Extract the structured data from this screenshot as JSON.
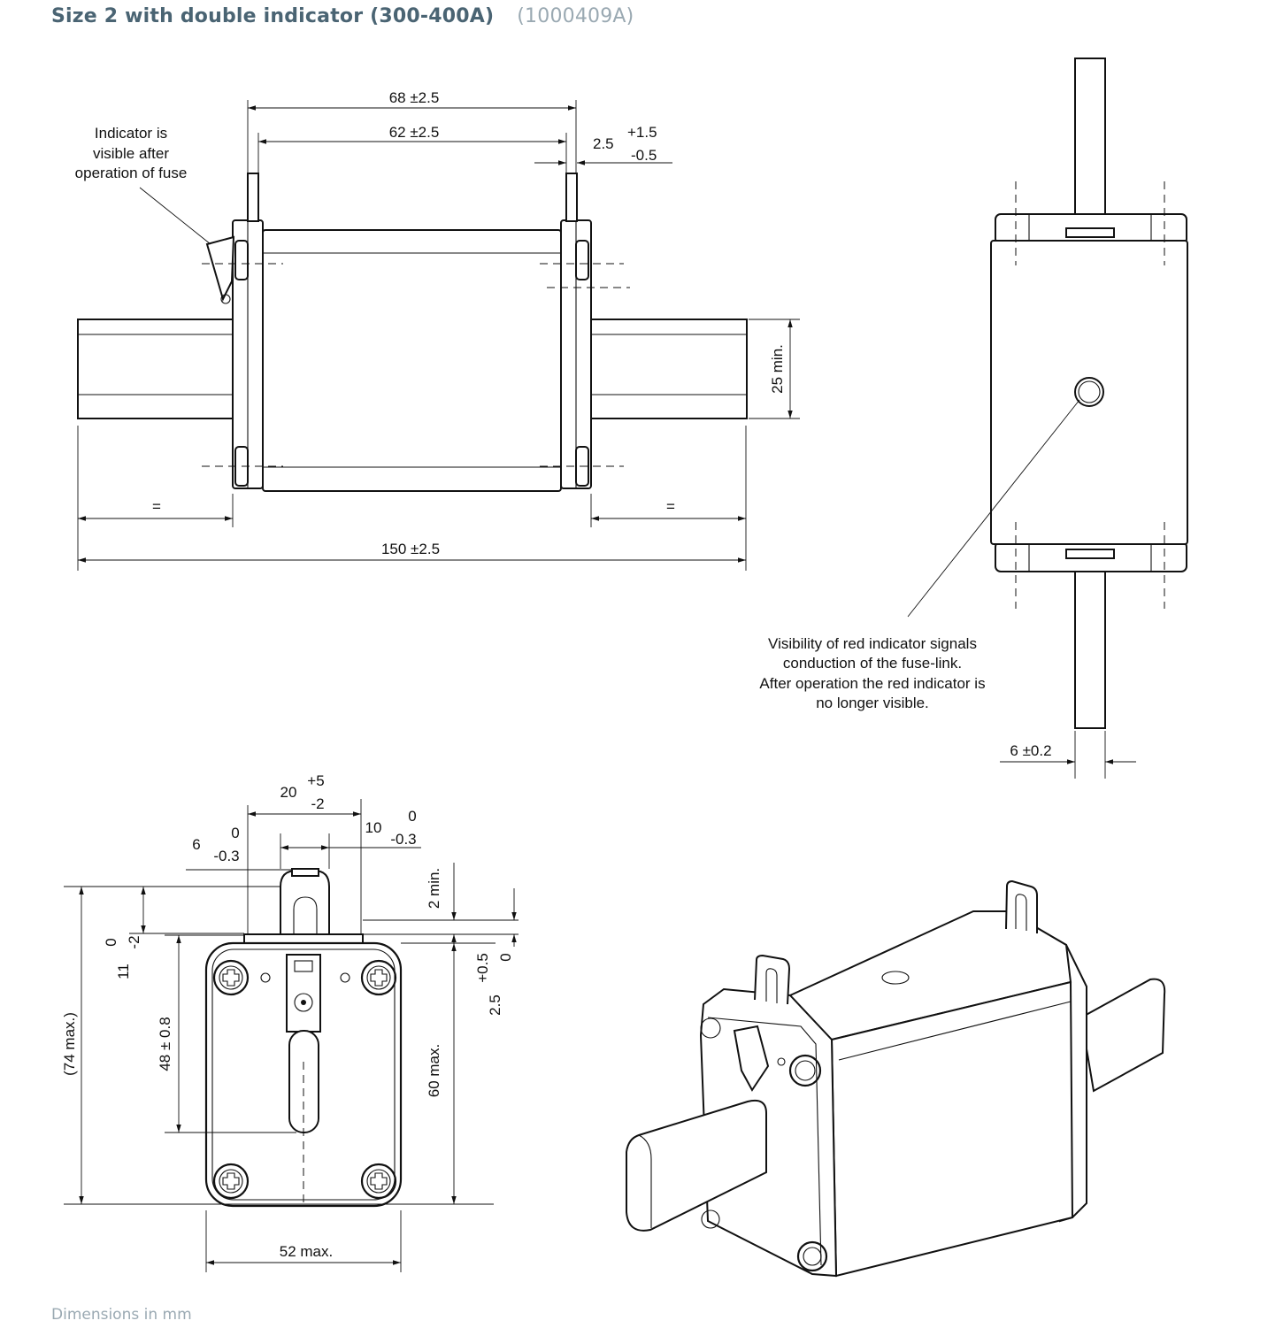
{
  "header": {
    "title": "Size 2 with double indicator (300-400A)",
    "code": "(1000409A)"
  },
  "footer": {
    "note": "Dimensions in mm"
  },
  "side_view": {
    "dim_overall_blade": "68 ±2.5",
    "dim_body": "62 ±2.5",
    "dim_tab": "2.5",
    "dim_tab_plus": "+1.5",
    "dim_tab_minus": "-0.5",
    "dim_blade_min": "25 min.",
    "dim_equal_left": "=",
    "dim_equal_right": "=",
    "dim_length": "150 ±2.5",
    "indicator_note_1": "Indicator is",
    "indicator_note_2": "visible after",
    "indicator_note_3": "operation of fuse"
  },
  "top_view": {
    "note_1": "Visibility of red indicator signals",
    "note_2": "conduction of the fuse-link.",
    "note_3": "After operation the red indicator is",
    "note_4": "no longer visible.",
    "dim_blade_thickness": "6 ±0.2"
  },
  "end_view": {
    "dim_20": "20",
    "dim_20_plus": "+5",
    "dim_20_minus": "-2",
    "dim_6": "6",
    "dim_6_upper": "0",
    "dim_6_lower": "-0.3",
    "dim_10": "10",
    "dim_10_upper": "0",
    "dim_10_lower": "-0.3",
    "dim_2min": "2 min.",
    "dim_74": "(74 max.)",
    "dim_11": "11",
    "dim_11_upper": "0",
    "dim_11_lower": "-2",
    "dim_48": "48 ± 0.8",
    "dim_60": "60 max.",
    "dim_25": "2.5",
    "dim_25_plus": "+0.5",
    "dim_25_zero": "0",
    "dim_52": "52 max."
  }
}
